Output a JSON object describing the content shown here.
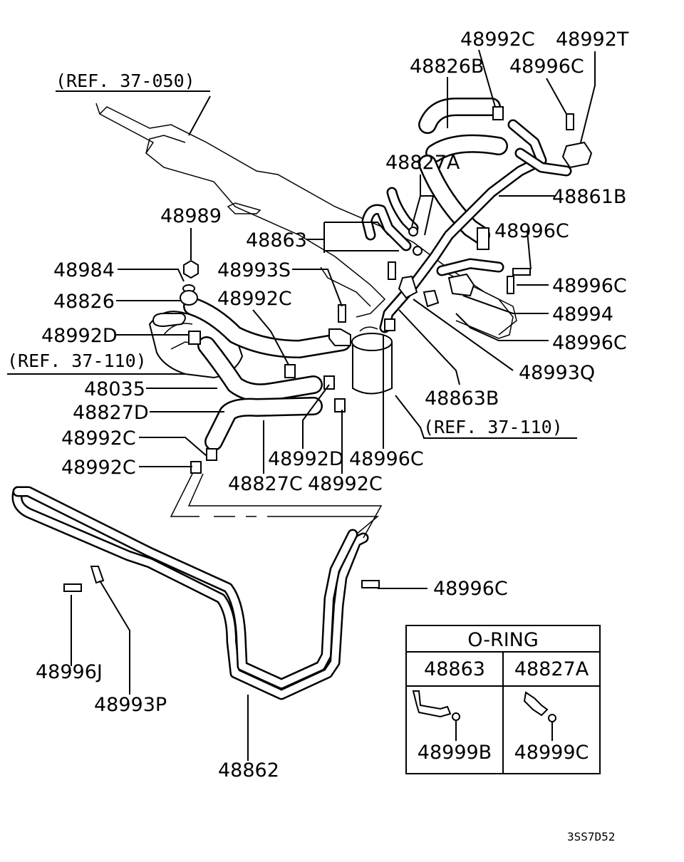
{
  "labels": {
    "p48992C_top": "48992C",
    "p48992T": "48992T",
    "p48826B": "48826B",
    "p48996C_top": "48996C",
    "ref_37_050": "(REF. 37-050)",
    "p48827A": "48827A",
    "p48861B": "48861B",
    "p48989": "48989",
    "p48863": "48863",
    "p48996C_r1": "48996C",
    "p48984": "48984",
    "p48993S": "48993S",
    "p48996C_r2": "48996C",
    "p48826": "48826",
    "p48992C_mid": "48992C",
    "p48994": "48994",
    "p48992D_left": "48992D",
    "p48996C_r3": "48996C",
    "ref_37_110_left": "(REF. 37-110)",
    "p48993Q": "48993Q",
    "p48035": "48035",
    "p48863B": "48863B",
    "p48827D": "48827D",
    "ref_37_110_right": "(REF. 37-110)",
    "p48992C_l1": "48992C",
    "p48992D_bottom": "48992D",
    "p48996C_bottom": "48996C",
    "p48992C_l2": "48992C",
    "p48827C": "48827C",
    "p48992C_bottom": "48992C",
    "p48996C_lower": "48996C",
    "p48996J": "48996J",
    "p48993P": "48993P",
    "p48862": "48862",
    "code": "3SS7D52"
  },
  "oring_table": {
    "title": "O-RING",
    "headers": [
      "48863",
      "48827A"
    ],
    "parts": [
      "48999B",
      "48999C"
    ]
  }
}
